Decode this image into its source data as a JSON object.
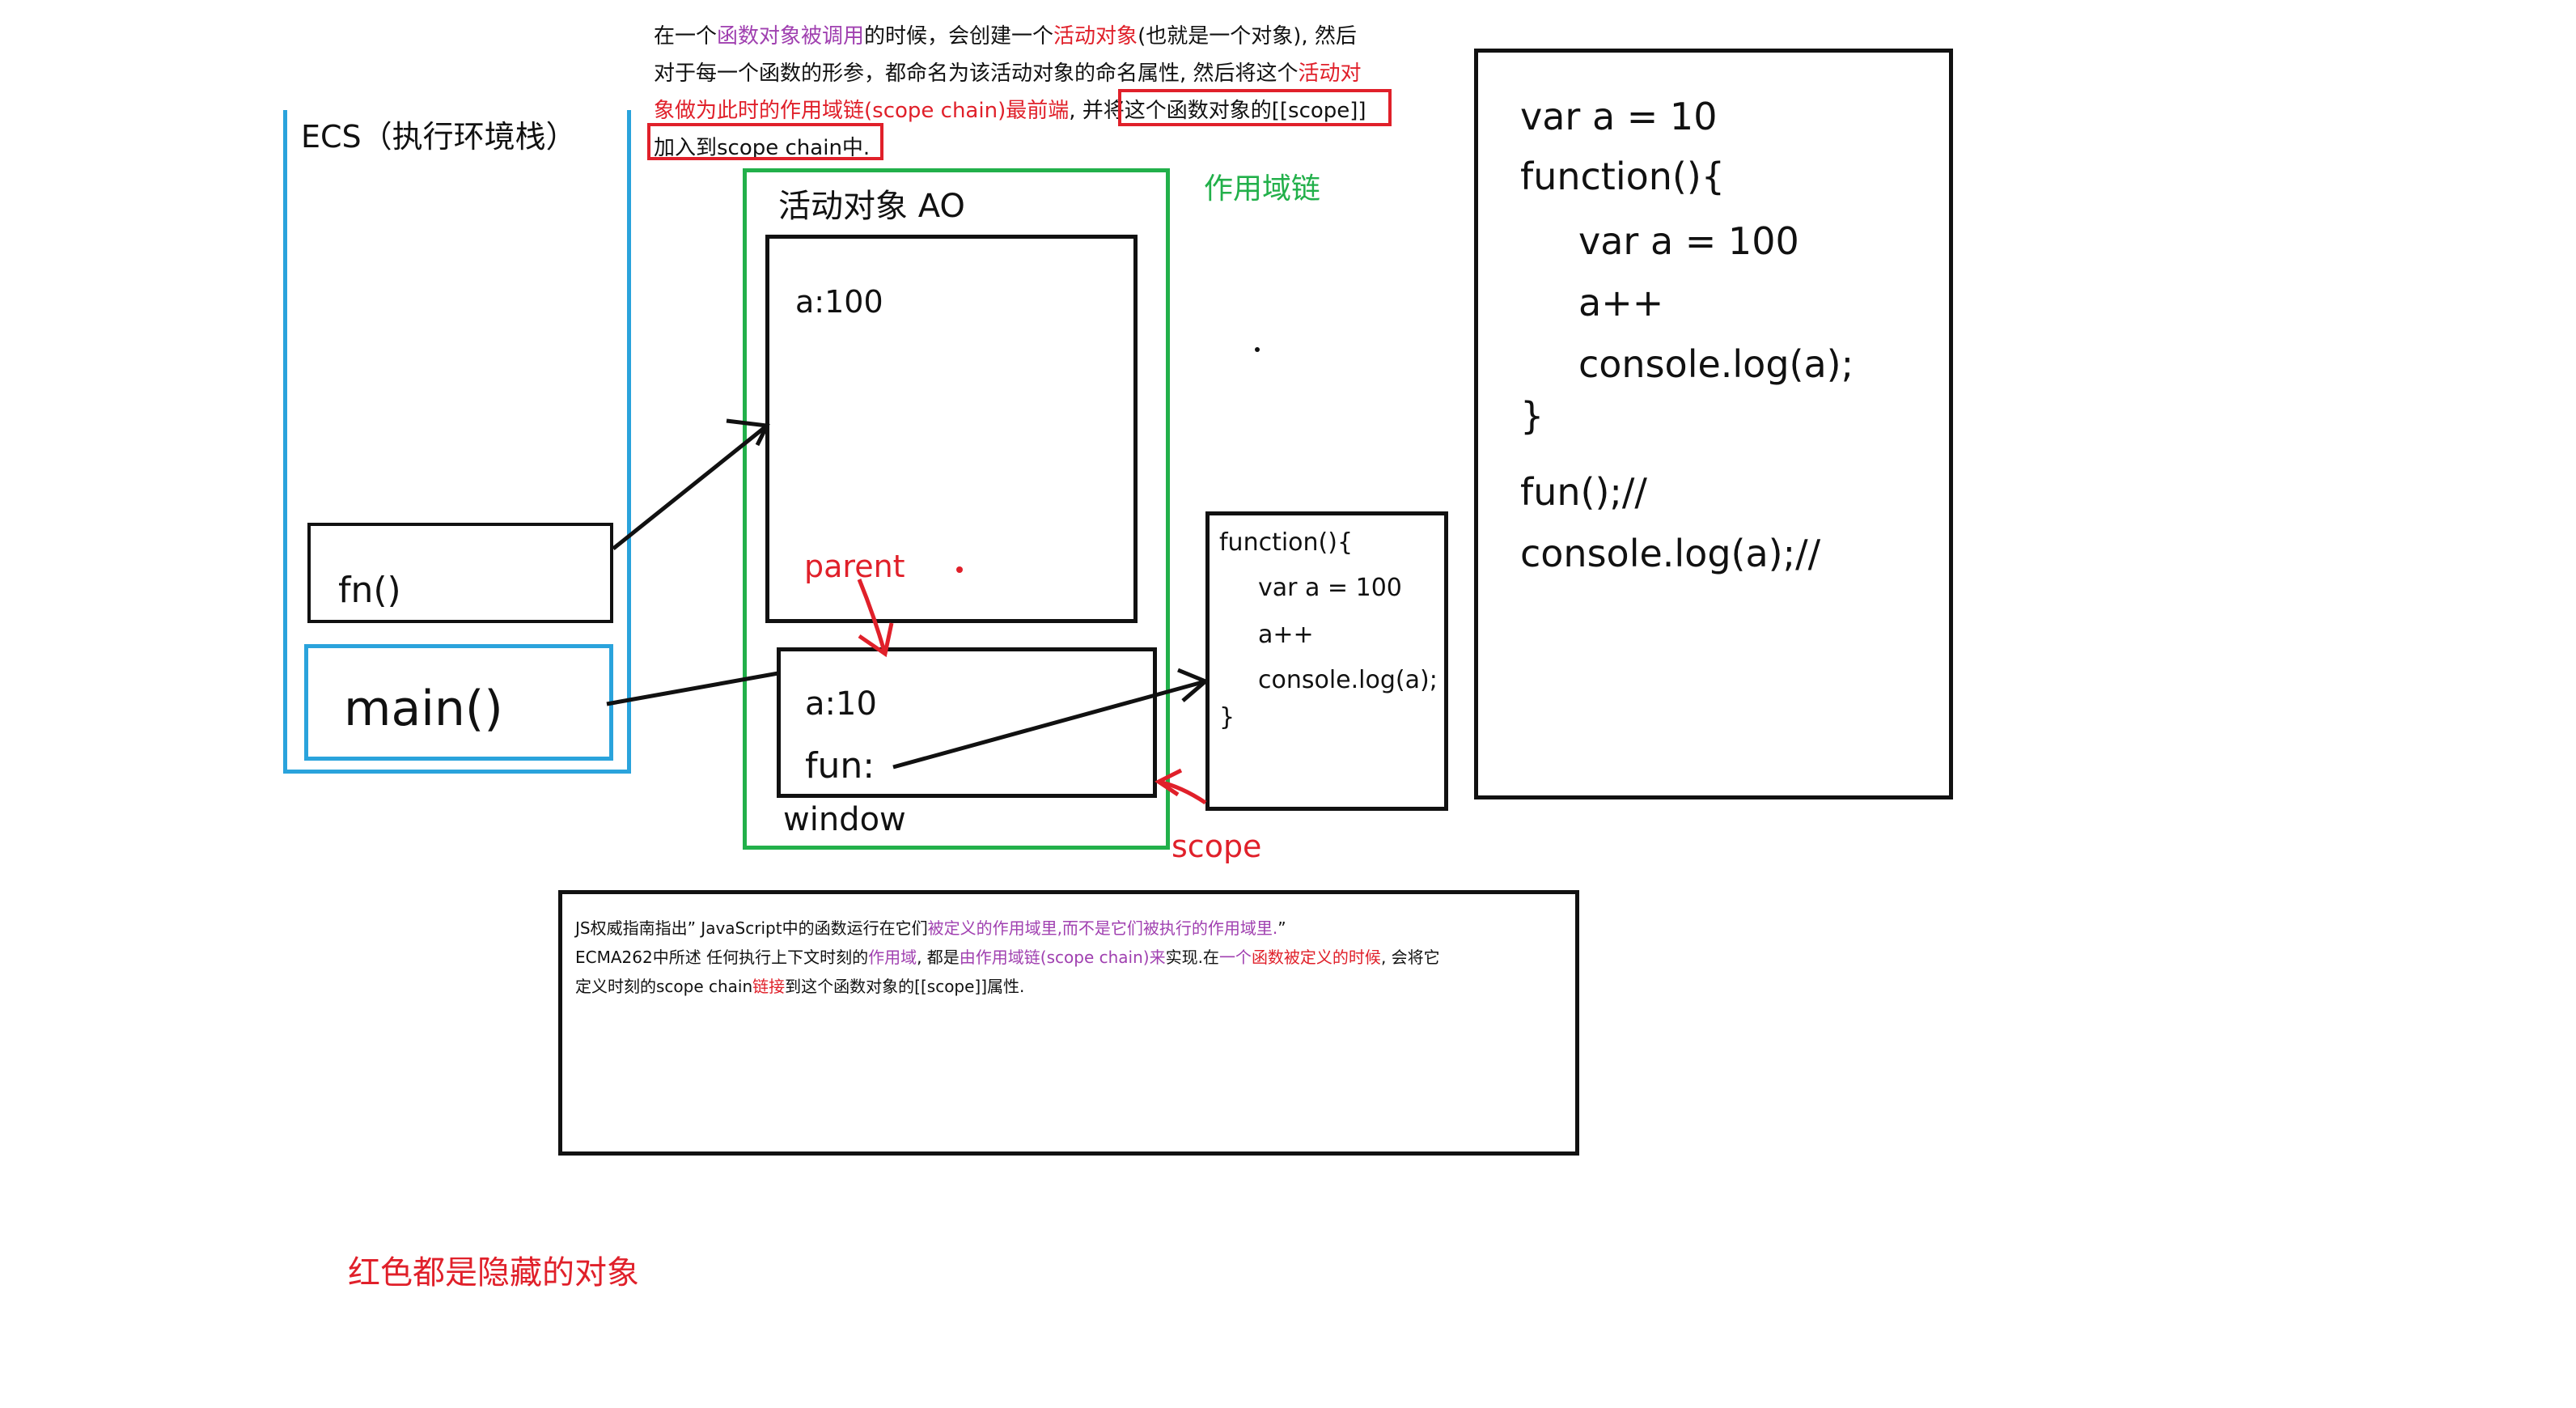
{
  "intro": {
    "line1": {
      "a": "在一个",
      "b": "函数对象被调用",
      "c": "的时候，会创建一个",
      "d": "活动对象",
      "e": "(也就是一个对象), 然后"
    },
    "line2": {
      "a": "对于每一个函数的形参，都命名为该活动对象的命名属性, 然后将这个",
      "b": "活动对"
    },
    "line3": {
      "a": "象做为此时的作用域链(scope chain)最前端",
      "b": ", 并",
      "c": "将这个函数对象的[[scope]]"
    },
    "line4": {
      "a": "加入到scope chain中."
    }
  },
  "ecs": {
    "label": "ECS（执行环境栈）",
    "fn": "fn()",
    "main": "main()"
  },
  "scope_chain": {
    "label": "作用域链"
  },
  "activation": {
    "title": "活动对象 AO",
    "value": "a:100"
  },
  "window_obj": {
    "a": "a:10",
    "fun": "fun:",
    "label": "window"
  },
  "parent_label": "parent",
  "scope_label": "scope",
  "small_code": {
    "l1": "function(){",
    "l2": "var a  =  100",
    "l3": "a++",
    "l4": "console.log(a);",
    "l5": "}"
  },
  "big_code": {
    "l1": "var a = 10",
    "l2": "function(){",
    "l3": "var a = 100",
    "l4": "a++",
    "l5": "console.log(a);",
    "l6": "}",
    "l7": "fun();//",
    "l8": "console.log(a);//"
  },
  "quote": {
    "l1": {
      "a": "JS权威指南指出” JavaScript中的函数运行在它们",
      "b": "被定义的作用域里,而不是它们被执行的作用域里.",
      "c": "”"
    },
    "l2": {
      "a": "ECMA262中所述 任何执行上下文时刻的",
      "b": "作用域",
      "c": ", 都是",
      "d": "由作用域链(scope chain)来",
      "e": "实现.在",
      "f": "一个",
      "g": "函数被定义的时候",
      "h": ", 会将它"
    },
    "l3": {
      "a": "定义时刻的scope chain",
      "b": "链接",
      "c": "到这个函数对象的[[scope]]属性."
    }
  },
  "footer_note": "红色都是隐藏的对象",
  "colors": {
    "ecs": "#2aa3dc",
    "scope_chain": "#22b04a",
    "red": "#e0202a",
    "purple": "#a040b0"
  }
}
